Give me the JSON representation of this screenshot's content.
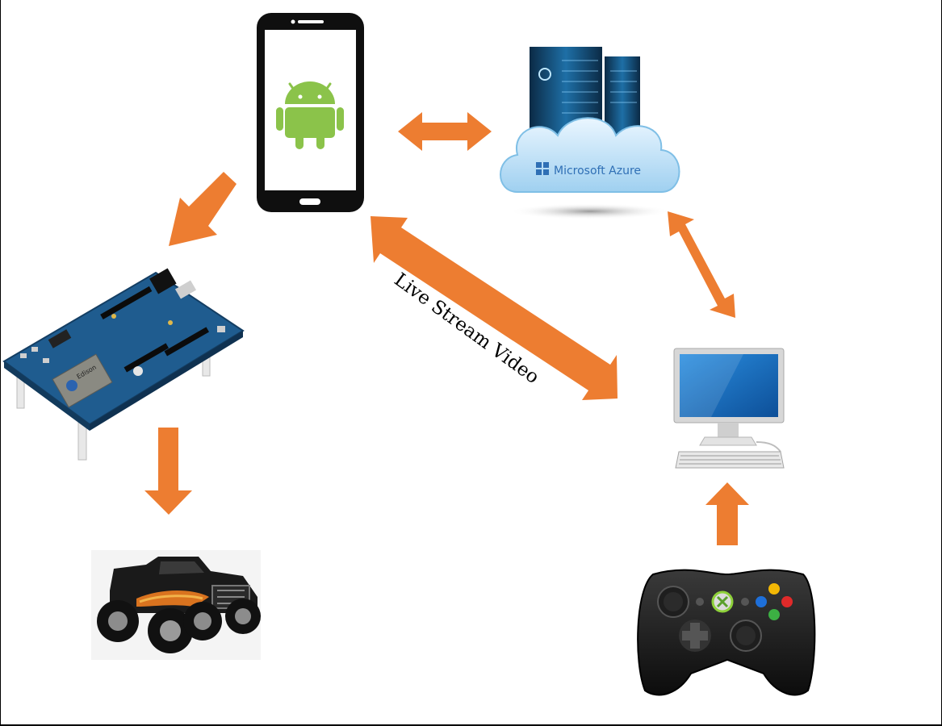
{
  "nodes": {
    "phone": {
      "name": "android-phone",
      "os_icon": "android-icon"
    },
    "cloud": {
      "name": "cloud-server",
      "label": "Microsoft Azure"
    },
    "board": {
      "name": "intel-edison-board",
      "chip_label": "Edison"
    },
    "car": {
      "name": "rc-monster-truck"
    },
    "computer": {
      "name": "desktop-computer"
    },
    "controller": {
      "name": "xbox-controller"
    }
  },
  "edges": {
    "live_stream_label": "Live Stream Video"
  },
  "colors": {
    "arrow": "#ED7D31",
    "android_green": "#8BC34A",
    "azure_blue": "#2F6FB5",
    "board_blue": "#1F5C8F",
    "screen_blue": "#1E74C8"
  }
}
